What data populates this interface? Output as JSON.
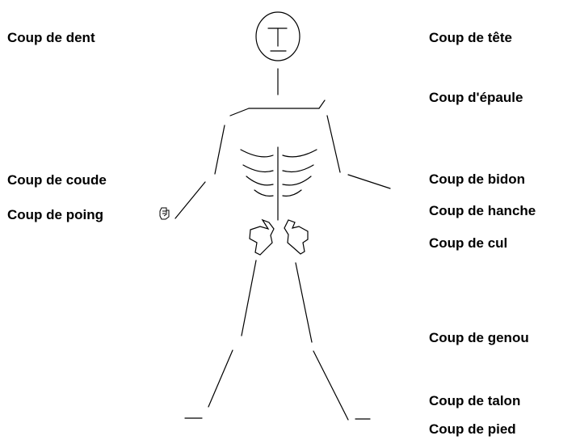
{
  "labels": {
    "dent": "Coup de dent",
    "coude": "Coup de coude",
    "poing": "Coup de poing",
    "tete": "Coup de tête",
    "epaule": "Coup d'épaule",
    "bidon": "Coup de bidon",
    "hanche": "Coup de hanche",
    "cul": "Coup de cul",
    "genou": "Coup de genou",
    "talon": "Coup de talon",
    "pied": "Coup de pied"
  },
  "colors": {
    "stroke": "#000000",
    "text": "#000000",
    "background": "#ffffff"
  },
  "icons": {
    "fist": "fist-icon"
  }
}
